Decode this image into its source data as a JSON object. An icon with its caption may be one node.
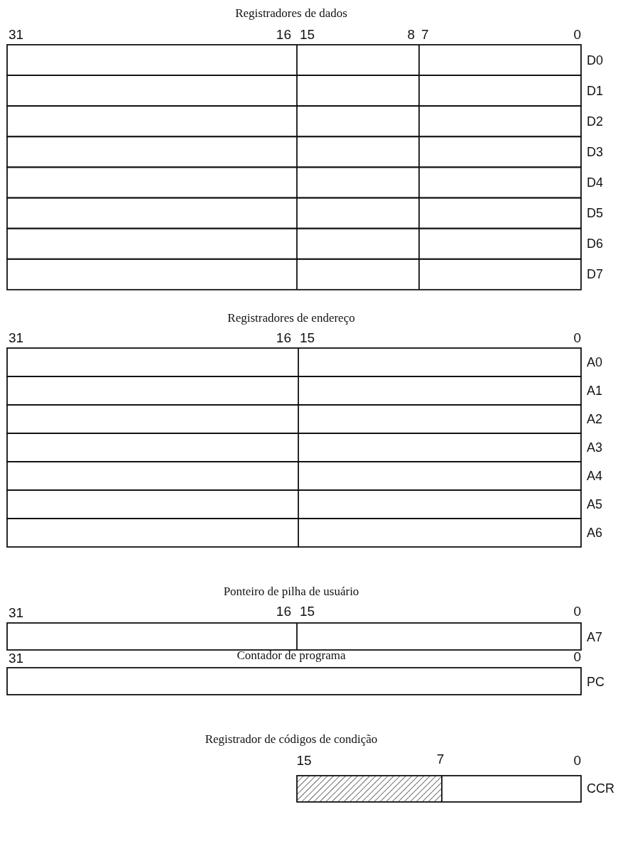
{
  "diagram": {
    "labels": [
      "Registradores de dados",
      "31",
      "16",
      "15",
      "8",
      "7",
      "0",
      "D0",
      "D1",
      "D2",
      "D3",
      "D4",
      "D5",
      "D6",
      "D7",
      "Registradores de endereço",
      "31",
      "16",
      "15",
      "0",
      "A0",
      "A1",
      "A2",
      "A3",
      "A4",
      "A5",
      "A6",
      "Ponteiro de pilha de usuário",
      "31",
      "16",
      "15",
      "0",
      "A7",
      "31",
      "Contador de programa",
      "0",
      "PC",
      "Registrador de códigos de condição",
      "15",
      "7",
      "0",
      "CCR"
    ]
  }
}
